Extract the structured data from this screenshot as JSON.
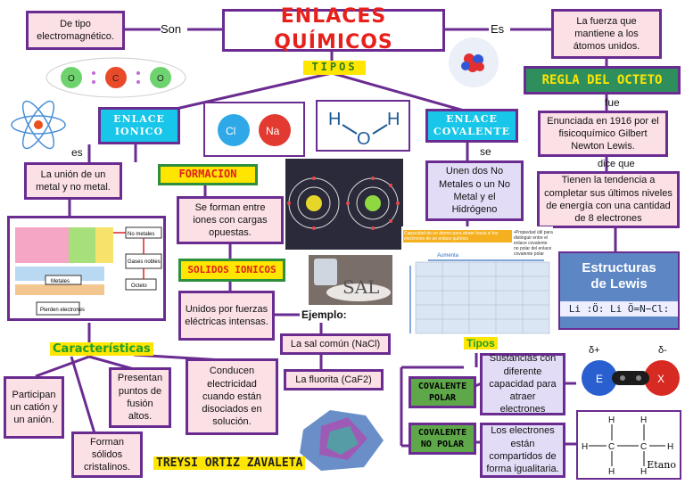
{
  "title": "ENLACES QUÍMICOS",
  "tipos": "TIPOS",
  "son": "Son",
  "es_top": "Es",
  "de_tipo": "De tipo electromagnético.",
  "fuerza": "La fuerza que mantiene a los átomos unidos.",
  "regla": "REGLA DEL OCTETO",
  "fue": "fue",
  "enunciada": "Enunciada en 1916 por el fisicoquímico Gilbert Newton Lewis.",
  "dice_que": "dice que",
  "tienen": "Tienen la tendencia a completar sus últimos niveles de energía con una cantidad de 8 electrones",
  "ionico": "ENLACE IONICO",
  "covalente": "ENLACE COVALENTE",
  "es_left": "es",
  "se": "se",
  "union": "La unión de un metal y no metal.",
  "unen": "Unen dos No Metales o un No Metal y el Hidrógeno",
  "formacion": "FORMACION",
  "se_forman": "Se forman entre iones con cargas opuestas.",
  "solidos": "SOLIDOS IONICOS",
  "unidos": "Unidos por fuerzas eléctricas intensas.",
  "ejemplo": "Ejemplo:",
  "sal_comun": "La sal común (NaCl)",
  "fluorita": "La fluorita (CaF2)",
  "caracteristicas": "Características",
  "participan": "Participan un catión y un anión.",
  "presentan": "Presentan puntos de fusión altos.",
  "conducen": "Conducen electricidad cuando están disociados en solución.",
  "forman": "Forman sólidos cristalinos.",
  "tipos2": "Tipos",
  "cov_polar": "COVALENTE POLAR",
  "cov_nopolar": "COVALENTE NO POLAR",
  "sustancias": "Sustancias con diferente capacidad para atraer electrones",
  "los_electrones": "Los electrones están compartidos de forma igualitaria.",
  "author": "TREYSI ORTIZ ZAVALETA",
  "lewis": "Estructuras de Lewis",
  "lewis_formula": "Li :Ö: Li   Ö=N−Cl:",
  "sal": "SAL",
  "h2o_h1": "H",
  "h2o_o": "O",
  "h2o_h2": "H",
  "cl": "Cl",
  "na": "Na",
  "etano": "Etano",
  "pt_labels": {
    "nometales": "No metales",
    "gases": "Gases nobles",
    "metales": "Metales",
    "octeto": "Octeto",
    "pierden": "Pierden electrones"
  },
  "dipole": {
    "left": "E",
    "right": "X",
    "dl": "δ+",
    "dr": "δ-"
  },
  "periodic_caption": "Capacidad de un átomo para atraer hacia sí los electrones de un enlace químico",
  "periodic_caption2": "•Propiedad útil para distinguir entre el enlace covalente no polar del enlace covalente polar",
  "aumenta": "Aumenta"
}
